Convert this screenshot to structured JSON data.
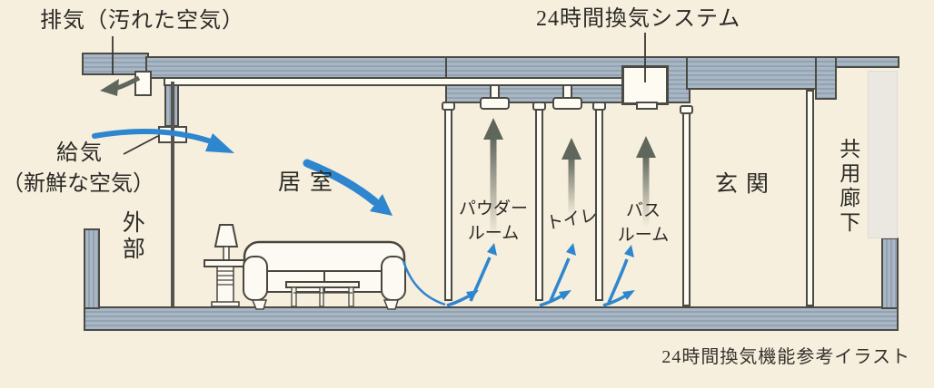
{
  "title_labels": {
    "exhaust": "排気（汚れた空気）",
    "system": "24時間換気システム",
    "supply_line1": "給気",
    "supply_line2": "（新鮮な空気）"
  },
  "rooms": {
    "exterior": "外部",
    "living": "居室",
    "powder_line1": "パウダー",
    "powder_line2": "ルーム",
    "toilet": "トイレ",
    "bath_line1": "バス",
    "bath_line2": "ルーム",
    "entrance": "玄関",
    "corridor": "共用廊下"
  },
  "caption": "24時間換気機能参考イラスト",
  "colors": {
    "background": "#f7efdd",
    "structure_fill": "#a9b7c5",
    "structure_stripe": "#92a2b1",
    "outline": "#4b4a45",
    "duct_white": "#fdfbf2",
    "fresh_air_blue": "#2e86cf",
    "exhaust_gray": "#5f665c",
    "text": "#2b2a26"
  }
}
